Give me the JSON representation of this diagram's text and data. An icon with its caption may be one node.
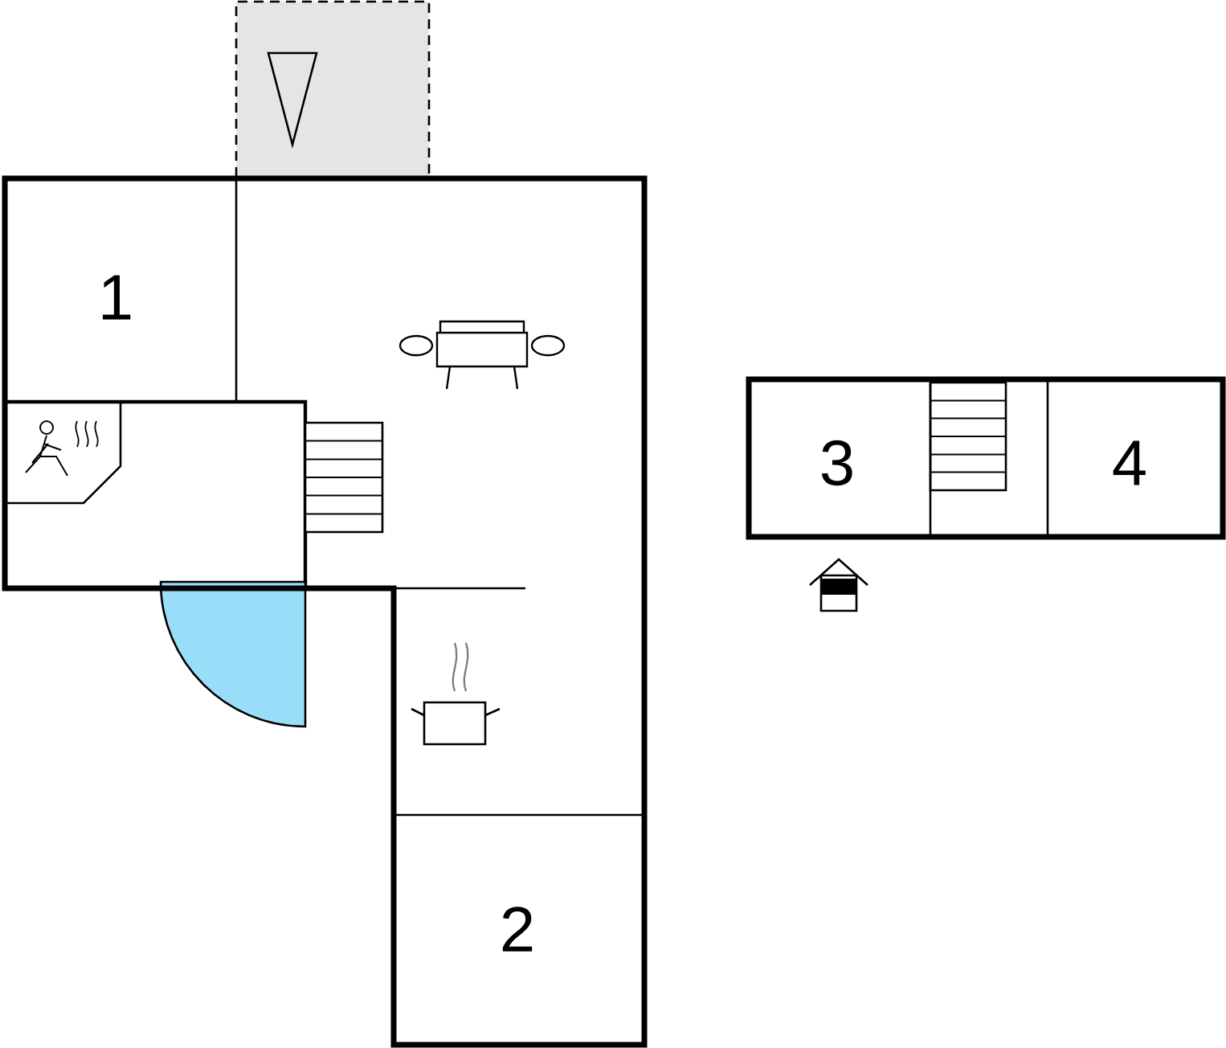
{
  "diagram": {
    "labels": [
      "1",
      "2",
      "3",
      "4"
    ]
  }
}
